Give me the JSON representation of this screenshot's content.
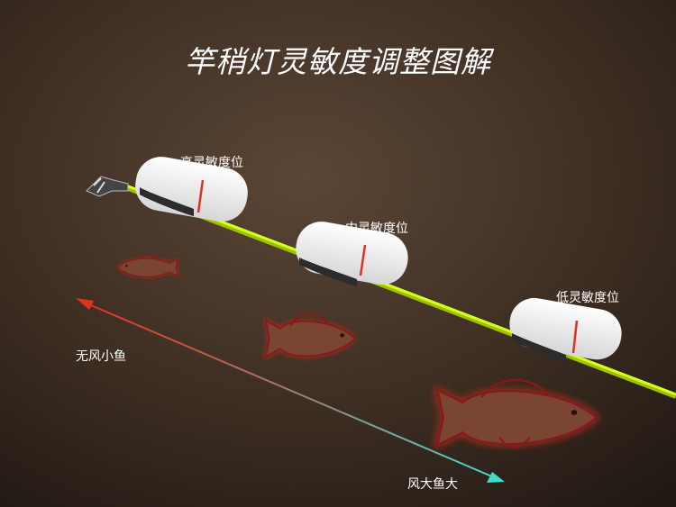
{
  "title": "竿稍灯灵敏度调整图解",
  "positions": {
    "high": "高灵敏度位",
    "mid": "中灵敏度位",
    "low": "低灵敏度位"
  },
  "arrow": {
    "start_label": "无风小鱼",
    "end_label": "风大鱼大"
  },
  "colors": {
    "background": "#3a2c22",
    "rod": "#c8f000",
    "fish_outline": "#7a1414",
    "arrow_start": "#e03020",
    "arrow_end": "#40d8c8"
  }
}
